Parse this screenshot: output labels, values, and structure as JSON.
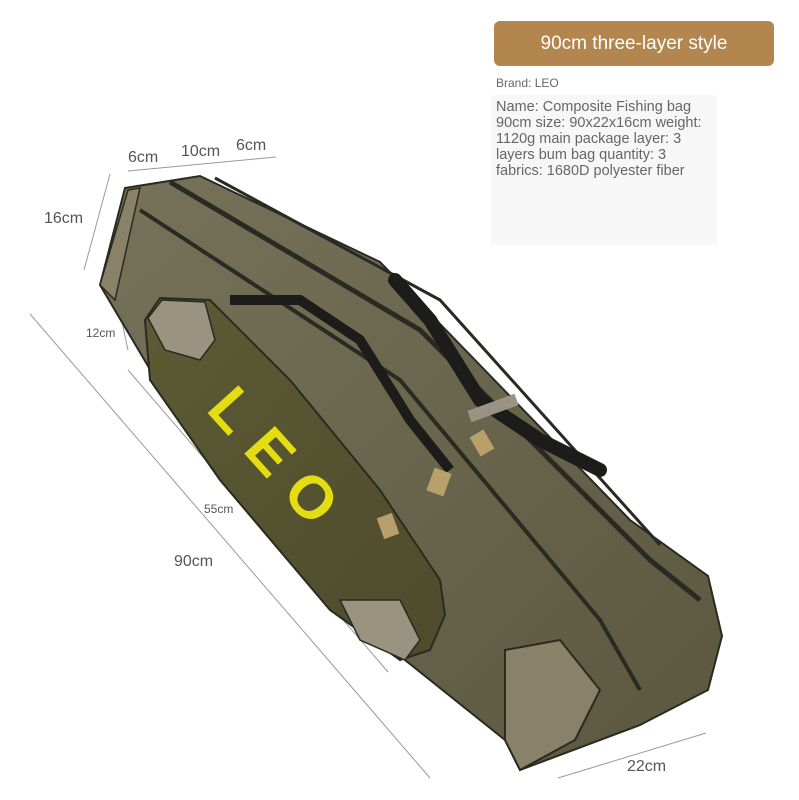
{
  "header": {
    "variant_label": "90cm three-layer style"
  },
  "specs": {
    "brand": "Brand: LEO",
    "description": "Name: Composite Fishing bag 90cm size: 90x22x16cm weight: 1120g main package layer: 3 layers bum bag quantity: 3 fabrics: 1680D polyester fiber"
  },
  "dimensions": {
    "top_left": "6cm",
    "top_mid": "10cm",
    "top_right": "6cm",
    "height": "16cm",
    "pocket_depth": "12cm",
    "pocket_length": "55cm",
    "total_length": "90cm",
    "width": "22cm"
  },
  "product": {
    "logo_text": "LEO"
  },
  "colors": {
    "badge": "#b38650",
    "bag_body": "#5e5a3f",
    "logo": "#e4dd12"
  }
}
